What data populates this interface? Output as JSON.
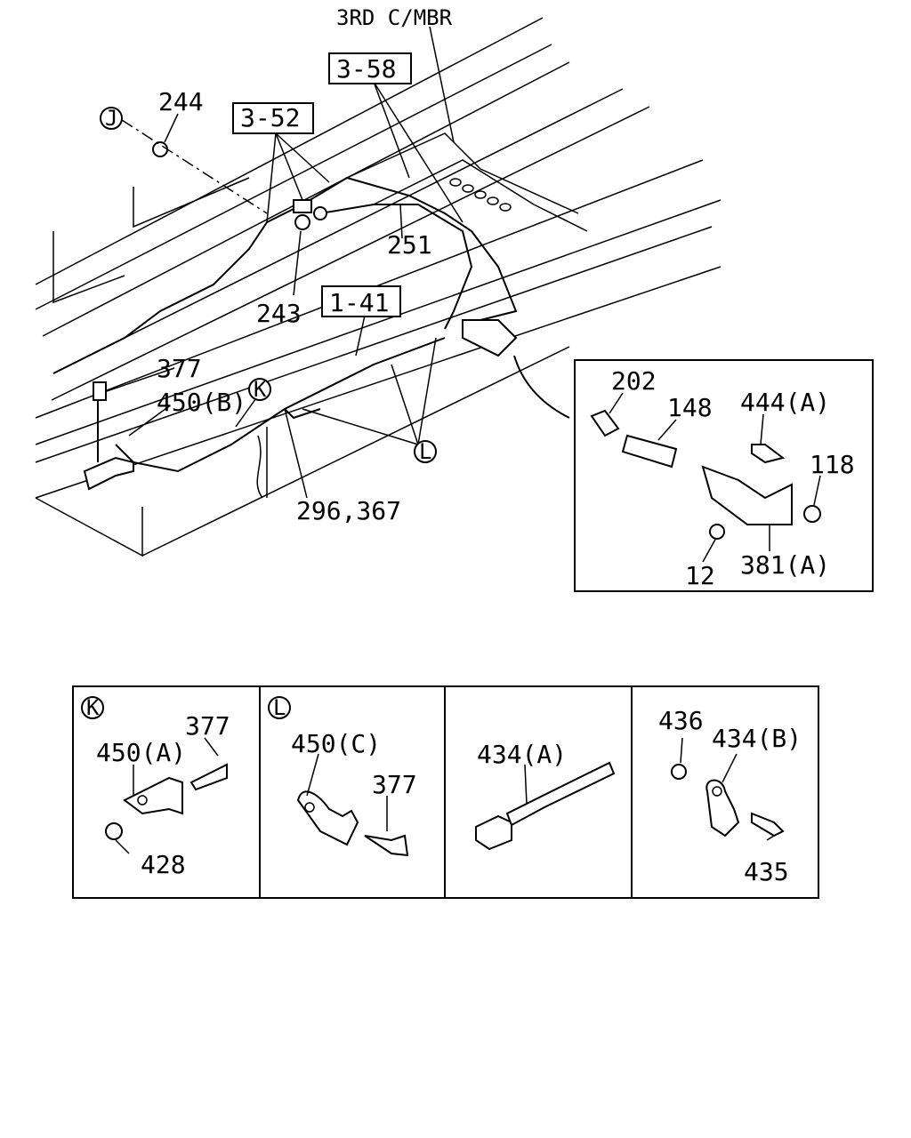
{
  "main_diagram": {
    "title_label": "3RD C/MBR",
    "ref_boxes": {
      "r358": "3-58",
      "r352": "3-52",
      "r141": "1-41"
    },
    "callouts": {
      "c244": "244",
      "c251": "251",
      "c243": "243",
      "c377": "377",
      "c450b": "450(B)",
      "c296": "296,367"
    },
    "circle_refs": {
      "j": "J",
      "k": "K",
      "l": "L"
    }
  },
  "detail_box": {
    "callouts": {
      "c202": "202",
      "c148": "148",
      "c444a": "444(A)",
      "c118": "118",
      "c12": "12",
      "c381a": "381(A)"
    }
  },
  "bottom_panels": {
    "k": {
      "circle": "K",
      "c450a": "450(A)",
      "c377": "377",
      "c428": "428"
    },
    "l": {
      "circle": "L",
      "c450c": "450(C)",
      "c377": "377"
    },
    "tie": {
      "c434a": "434(A)"
    },
    "clip": {
      "c436": "436",
      "c434b": "434(B)",
      "c435": "435"
    }
  }
}
